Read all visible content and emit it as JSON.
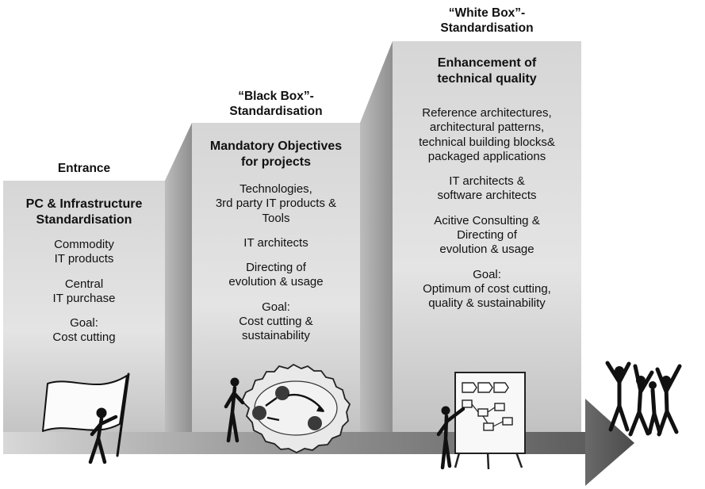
{
  "stages": [
    {
      "header": "Entrance",
      "subtitle": "PC & Infrastructure\nStandardisation",
      "items": [
        "Commodity\nIT products",
        "Central\nIT purchase",
        "Goal:\nCost cutting"
      ],
      "icon": "flag-person-icon"
    },
    {
      "header": "“Black Box”-\nStandardisation",
      "subtitle": "Mandatory Objectives\nfor projects",
      "items": [
        "Technologies,\n3rd party IT products &\nTools",
        "IT architects",
        "Directing of\nevolution & usage",
        "Goal:\nCost cutting &\nsustainability"
      ],
      "icon": "gears-person-icon"
    },
    {
      "header": "“White Box”-\nStandardisation",
      "subtitle": "Enhancement of\ntechnical quality",
      "items": [
        "Reference architectures,\narchitectural patterns,\ntechnical building blocks&\npackaged applications",
        "IT architects &\nsoftware architects",
        "Acitive Consulting &\nDirecting of\nevolution & usage",
        "Goal:\nOptimum of cost cutting,\nquality & sustainability"
      ],
      "icon": "whiteboard-person-icon"
    }
  ],
  "end_icon": "cheering-people-icon",
  "colors": {
    "step_light": "#e2e2e2",
    "step_mid": "#cfcfcf",
    "step_dark": "#a9a9a9",
    "arrow": "#6f6f6f"
  }
}
